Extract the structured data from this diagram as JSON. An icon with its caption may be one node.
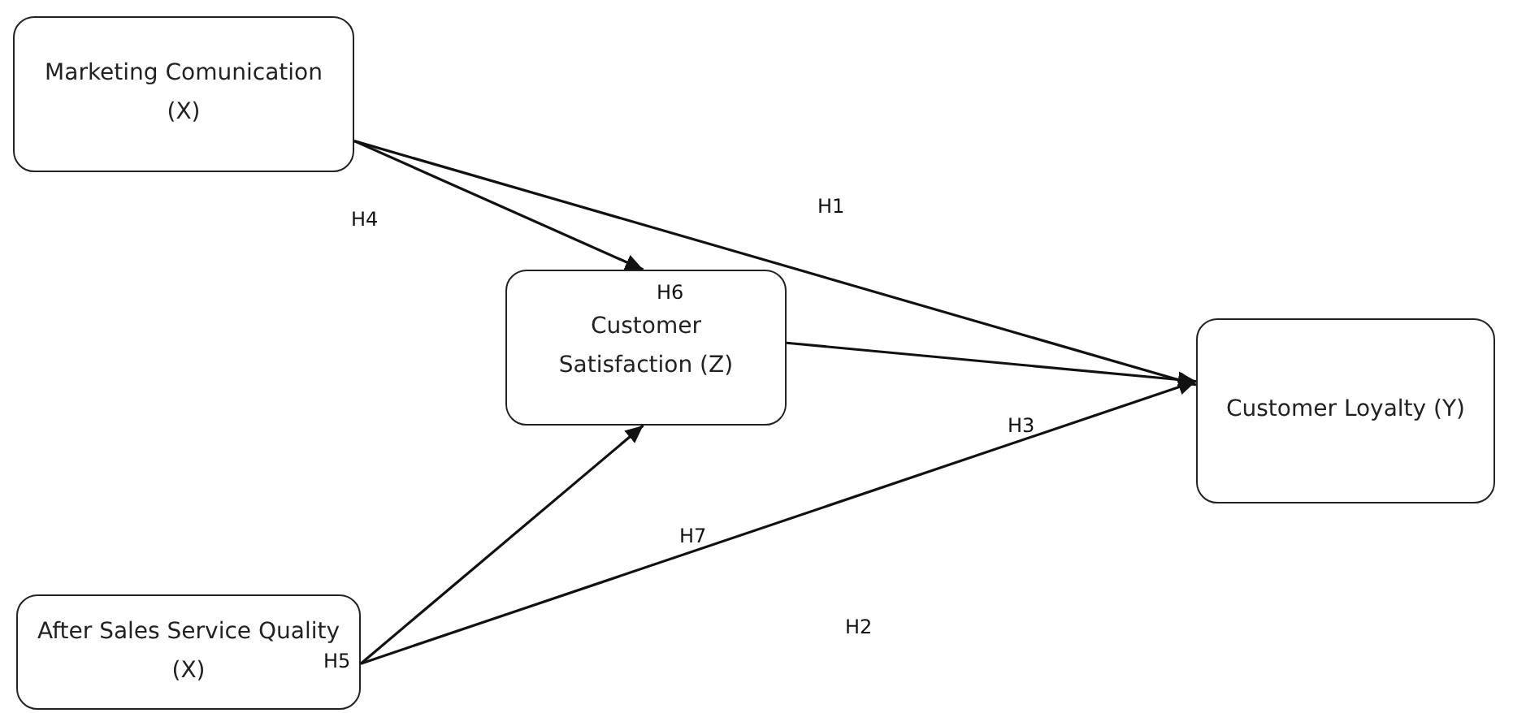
{
  "diagram": {
    "nodes": [
      {
        "text": [
          "Marketing Comunication (X)"
        ]
      },
      {
        "text": [
          "Customer Satisfaction (Z)"
        ]
      },
      {
        "text": [
          "Customer Loyalty (Y)"
        ]
      },
      {
        "text": [
          "After Sales Service Quality (X)"
        ]
      }
    ],
    "edges": [
      {
        "from": 0,
        "to": 2,
        "arrow": "to"
      },
      {
        "from": 0,
        "to": 1,
        "arrow": "to"
      },
      {
        "from": 1,
        "to": 2,
        "arrow": "to"
      },
      {
        "from": 3,
        "to": 1,
        "arrow": "to"
      },
      {
        "from": 3,
        "to": 2,
        "arrow": "to"
      }
    ],
    "labels": [
      "H1",
      "H4",
      "H6",
      "H3",
      "H7",
      "H2",
      "H5"
    ]
  }
}
